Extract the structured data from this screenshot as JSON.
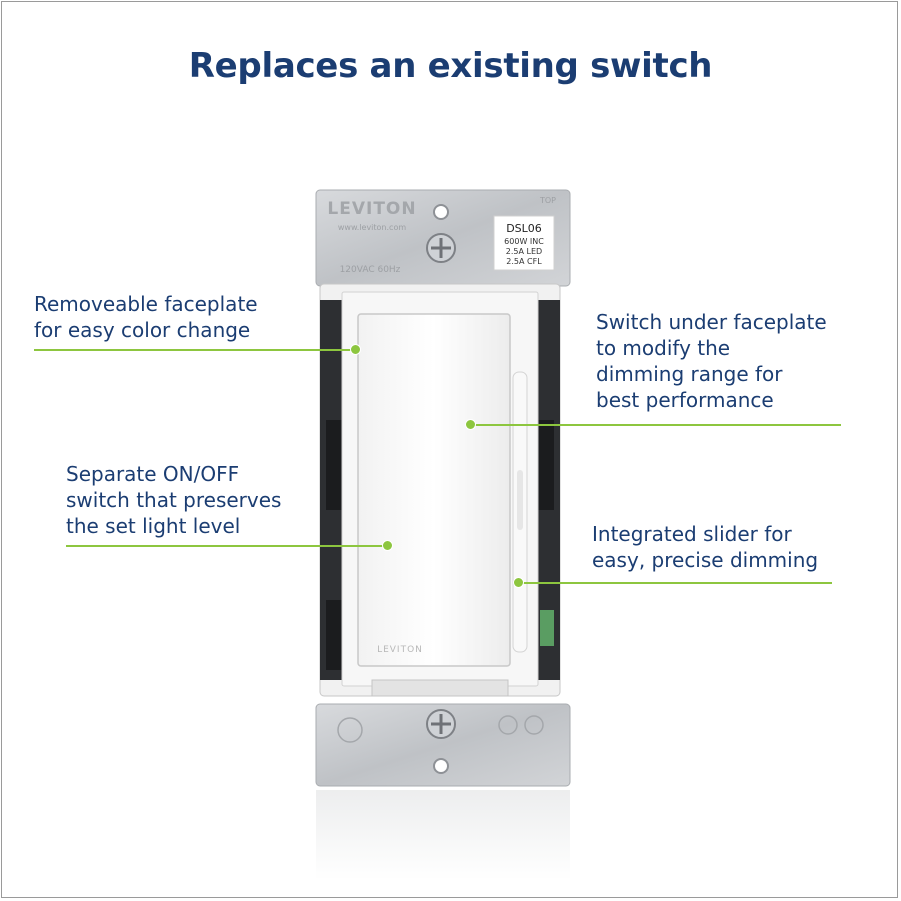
{
  "title": "Replaces an existing switch",
  "device": {
    "brand_strap": "LEVITON",
    "brand_paddle": "LEVITON",
    "website": "www.leviton.com",
    "top_mark": "TOP",
    "rating_strap": "120VAC 60Hz",
    "label_model": "DSL06",
    "label_line1": "600W INC",
    "label_line2": "2.5A LED",
    "label_line3": "2.5A CFL"
  },
  "callouts": {
    "faceplate": [
      "Removeable faceplate",
      "for easy color change"
    ],
    "switch_under": [
      "Switch under faceplate",
      "to modify the",
      "dimming range for",
      "best performance"
    ],
    "onoff": [
      "Separate ON/OFF",
      "switch that preserves",
      "the set light level"
    ],
    "slider": [
      "Integrated slider for",
      "easy, precise dimming"
    ]
  },
  "colors": {
    "heading": "#1b3d72",
    "accent_line": "#8dc63f",
    "metal": "#c9ccd0"
  }
}
